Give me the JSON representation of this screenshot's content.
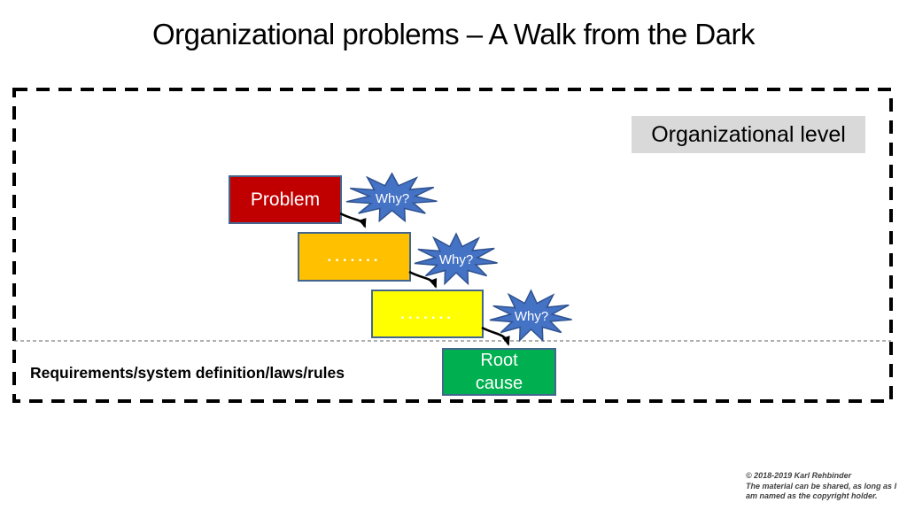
{
  "title": "Organizational problems –  A Walk from the Dark",
  "diagram": {
    "level_label": "Organizational level",
    "why_label": "Why?",
    "boxes": [
      {
        "name": "problem",
        "label": "Problem",
        "fill": "#C00000"
      },
      {
        "name": "step-2",
        "label": ".......",
        "fill": "#FFC000"
      },
      {
        "name": "step-3",
        "label": ".......",
        "fill": "#FFFF00"
      },
      {
        "name": "root-cause",
        "label": "Root cause",
        "fill": "#00B050"
      }
    ],
    "baseline_label": "Requirements/system definition/laws/rules"
  },
  "footer": {
    "lines": [
      "© 2018-2019 Karl Rehbinder",
      "The material can be shared, as long as I",
      "am named as the copyright holder."
    ]
  },
  "colors": {
    "burst_fill": "#4472C4",
    "burst_stroke": "#2F528F",
    "box_border": "#44668E",
    "level_label_bg": "#D9D9D9",
    "frame_border": "#000000",
    "divider": "#7F7F7F",
    "arrow": "#000000"
  }
}
